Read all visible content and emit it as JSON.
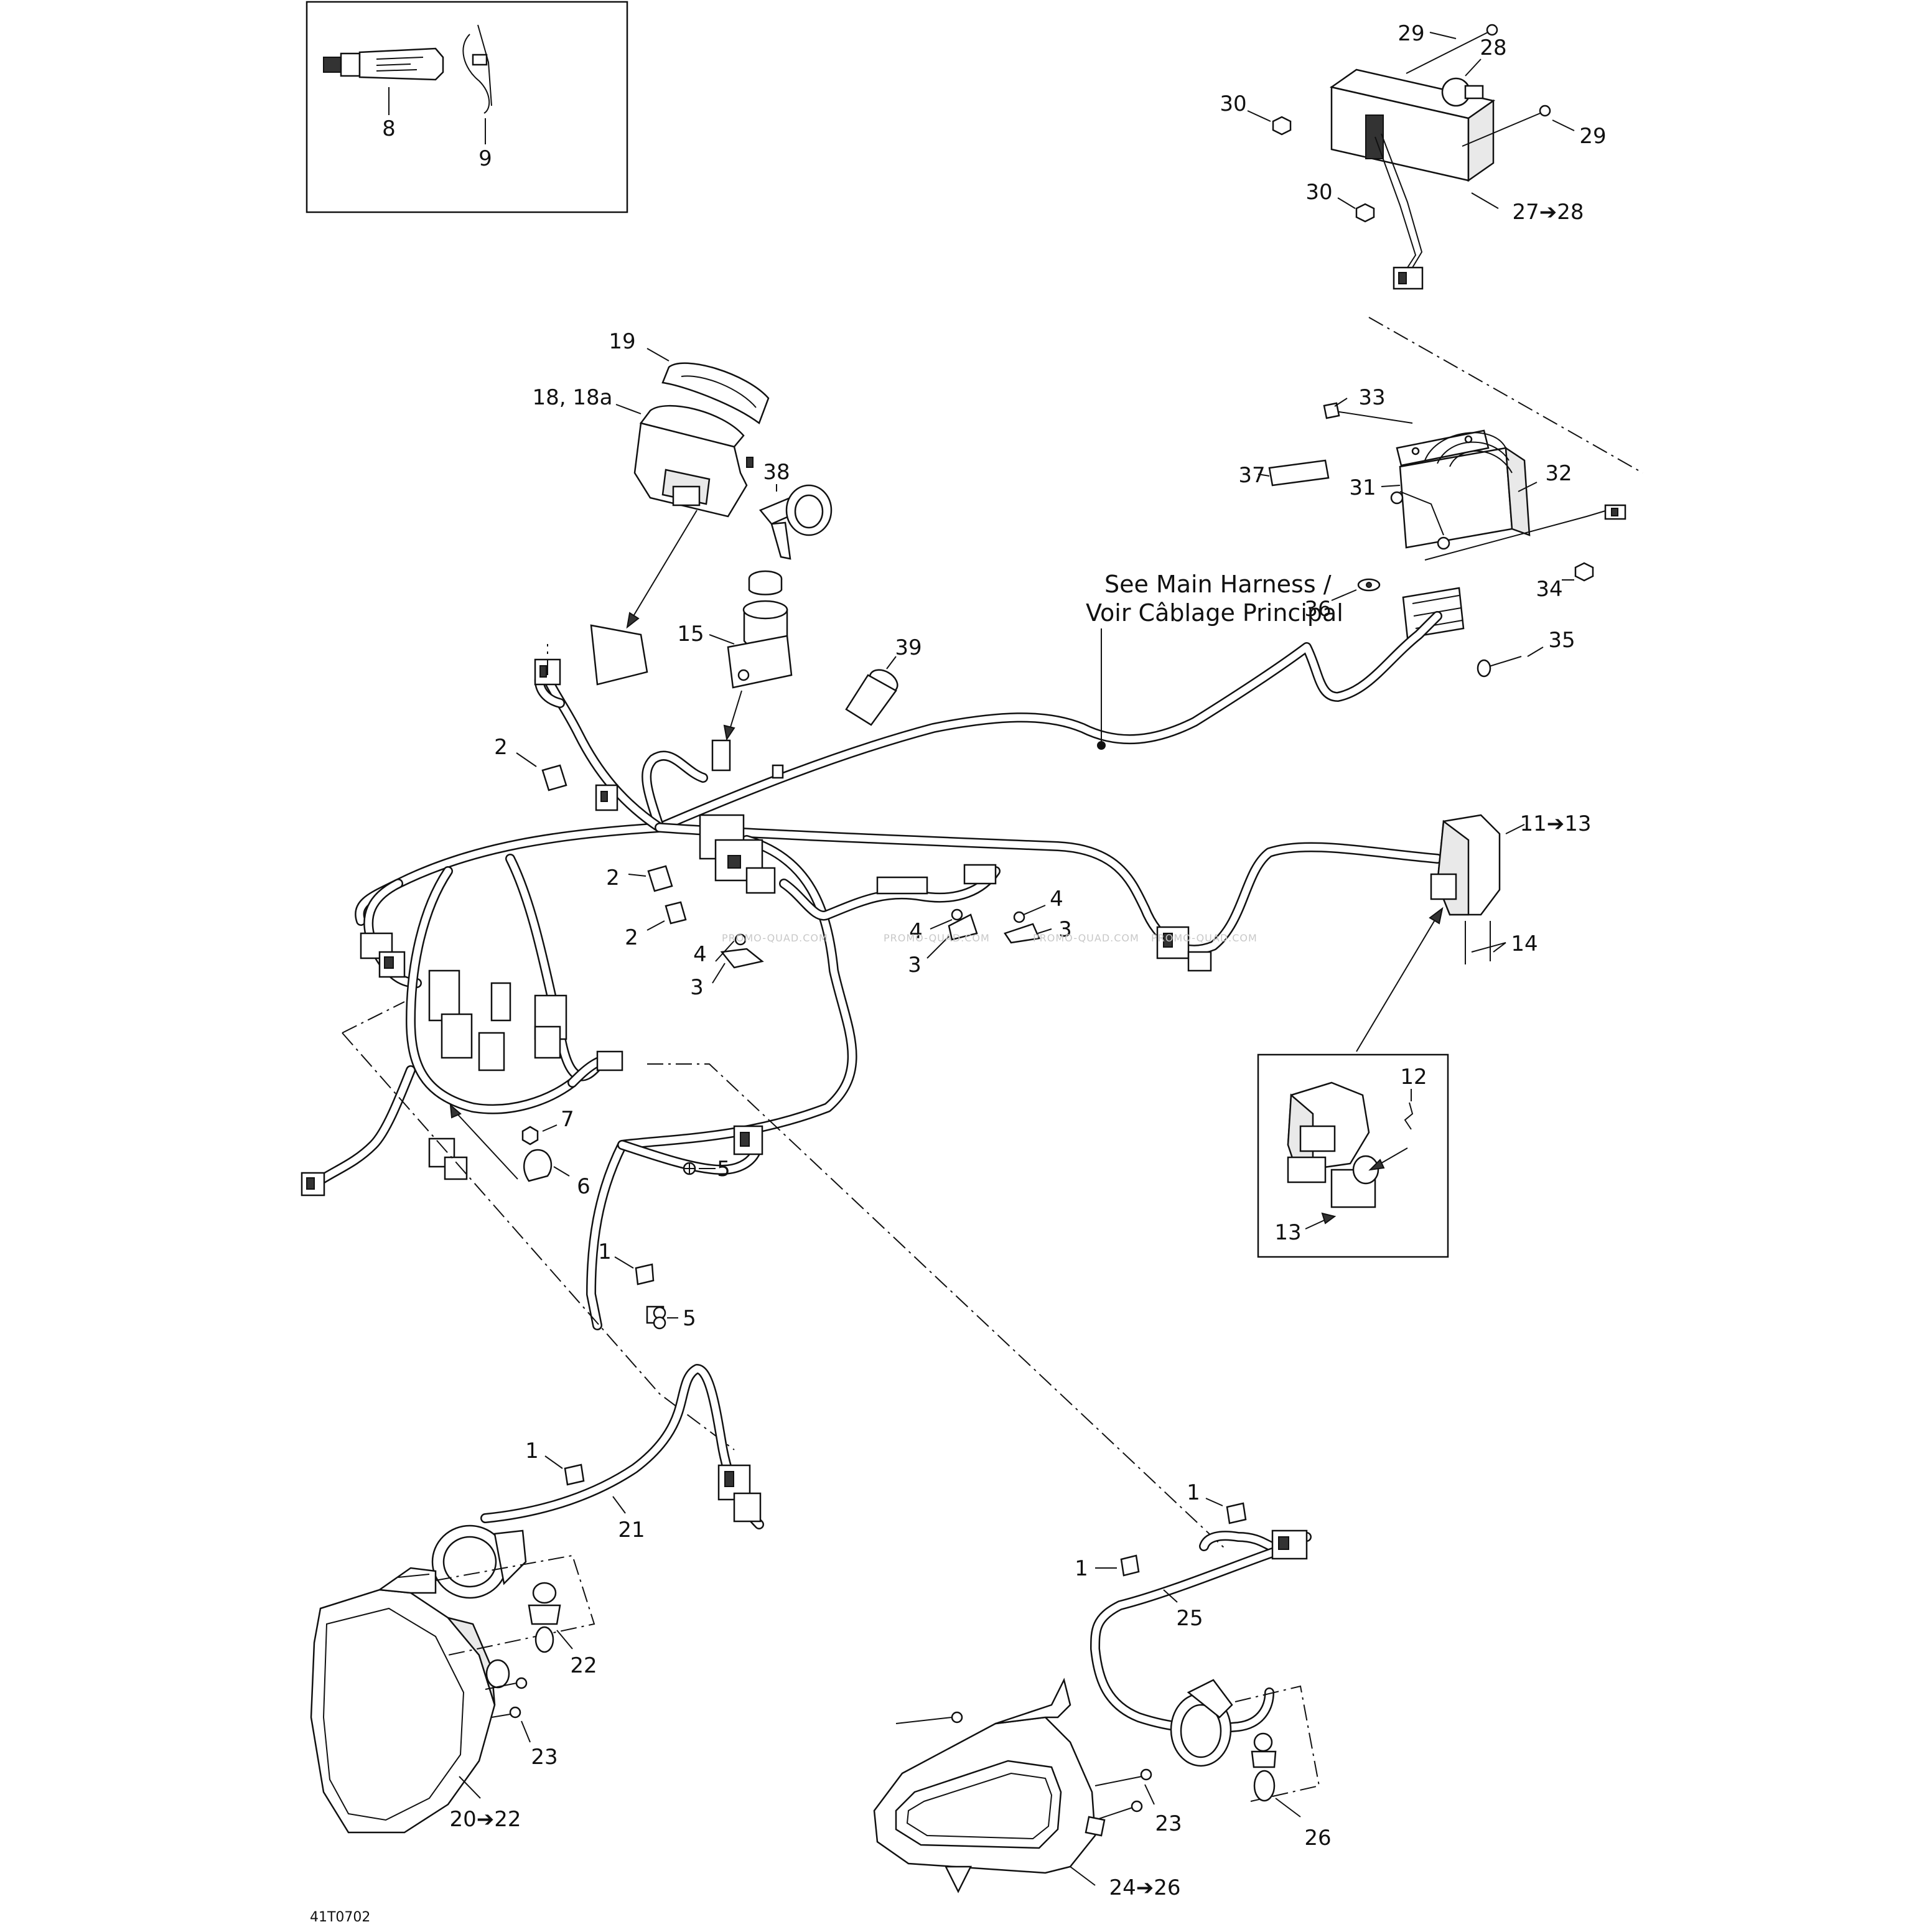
{
  "diagram": {
    "reference_code": "41T0702",
    "note_line1": "See Main Harness /",
    "note_line2": "Voir Câblage Principal",
    "watermark": "PROMO-QUAD.COM",
    "callouts": {
      "c8": "8",
      "c9": "9",
      "c29a": "29",
      "c28": "28",
      "c30a": "30",
      "c29b": "29",
      "c30b": "30",
      "c27": "27➔28",
      "c19": "19",
      "c18": "18, 18a",
      "c38": "38",
      "c33": "33",
      "c37": "37",
      "c31": "31",
      "c32": "32",
      "c36": "36",
      "c34": "34",
      "c35": "35",
      "c15": "15",
      "c39": "39",
      "c2a": "2",
      "c2b": "2",
      "c2c": "2",
      "c4a": "4",
      "c3a": "3",
      "c4b": "4",
      "c3b": "3",
      "c4c": "4",
      "c3c": "3",
      "c11": "11➔13",
      "c14": "14",
      "c12": "12",
      "c13": "13",
      "c7": "7",
      "c6": "6",
      "c5a": "5",
      "c5b": "5",
      "c1a": "1",
      "c1b": "1",
      "c21": "21",
      "c22": "22",
      "c23a": "23",
      "c20": "20➔22",
      "c1c": "1",
      "c1d": "1",
      "c25": "25",
      "c23b": "23",
      "c26": "26",
      "c24": "24➔26"
    }
  }
}
